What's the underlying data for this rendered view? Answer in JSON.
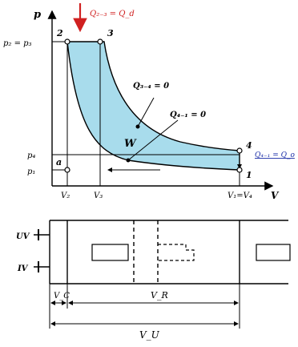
{
  "pv_diagram": {
    "axis_p": "p",
    "axis_v": "V",
    "point_2": "2",
    "point_3": "3",
    "point_4": "4",
    "point_1": "1",
    "point_a": "a",
    "label_p2_p3": "p₂ = p₃",
    "label_p4": "p₄",
    "label_p1": "p₁",
    "label_v2": "V₂",
    "label_v3": "V₃",
    "label_v1_v4": "V₁=V₄",
    "label_w": "W",
    "label_q23": "Q₂₋₃ = Q_d",
    "label_q34": "Q₃₋₄ = 0",
    "label_q41": "Q₄₋₁ = 0",
    "label_q41_out": "Q₄₋₁ = Q_o",
    "colors": {
      "fill": "#a8dcec",
      "heat_in": "#d02020",
      "heat_out": "#1c2fa8"
    }
  },
  "engine": {
    "label_uv": "UV",
    "label_iv": "IV",
    "label_vc": "V_C",
    "label_vr": "V_R",
    "label_vu": "V_U"
  }
}
